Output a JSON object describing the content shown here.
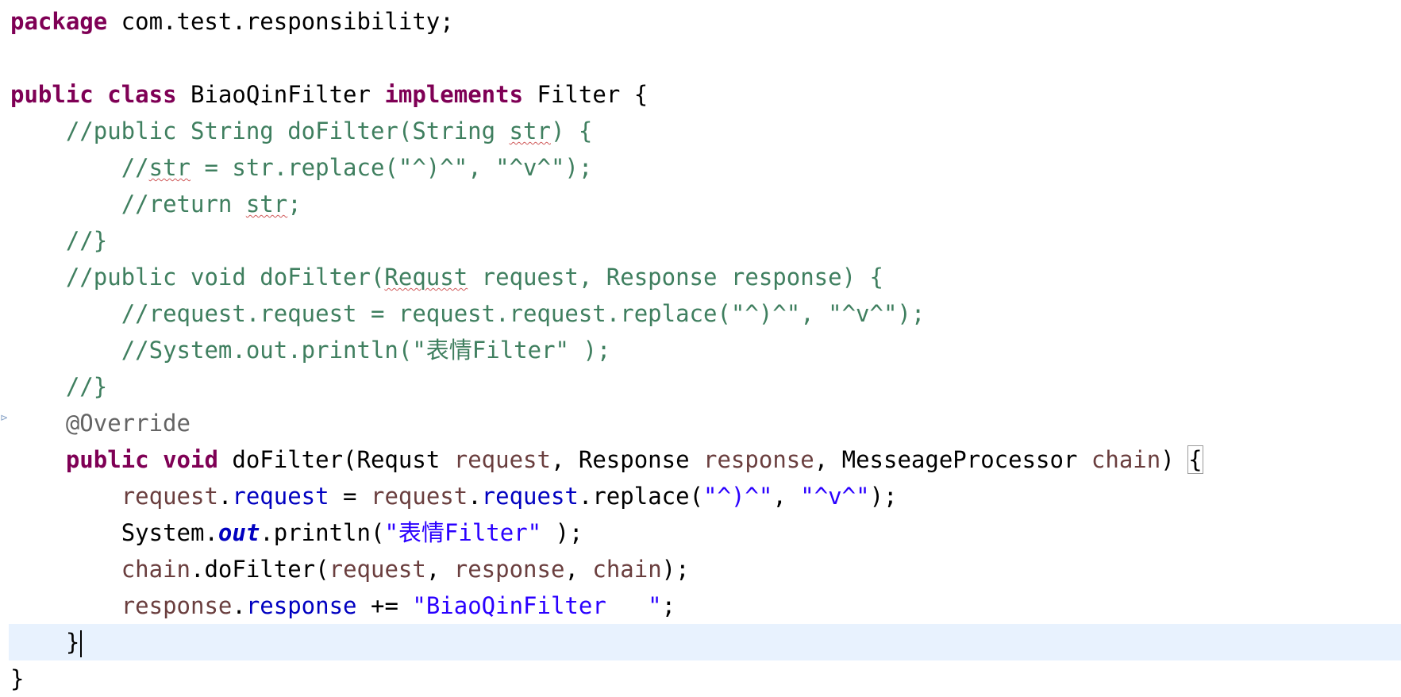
{
  "code": {
    "package_kw": "package",
    "package_name": " com.test.responsibility;",
    "l3": {
      "public": "public",
      "sp1": " ",
      "class": "class",
      "name": " BiaoQinFilter ",
      "implements": "implements",
      "rest": " Filter {"
    },
    "l4": {
      "indent": "    ",
      "a": "//public String doFilter(String ",
      "b": "str",
      "c": ") {"
    },
    "l5": {
      "indent": "        ",
      "a": "//",
      "b": "str",
      "c": " = str.replace(\"^)^\", \"^v^\");"
    },
    "l6": {
      "indent": "        ",
      "a": "//return ",
      "b": "str",
      "c": ";"
    },
    "l7": {
      "indent": "    ",
      "a": "//}"
    },
    "l8": {
      "indent": "    ",
      "a": "//public void doFilter(",
      "b": "Requst",
      "c": " request, Response response) {"
    },
    "l9": {
      "indent": "        ",
      "a": "//request.request = request.request.replace(\"^)^\", \"^v^\");"
    },
    "l10": {
      "indent": "        ",
      "a": "//System.out.println(\"表情Filter\" );"
    },
    "l11": {
      "indent": "    ",
      "a": "//}"
    },
    "l12": {
      "indent": "    ",
      "a": "@Override"
    },
    "l13": {
      "indent": "    ",
      "public": "public",
      "sp1": " ",
      "void": "void",
      "sig1": " doFilter(Requst ",
      "request": "request",
      "sig2": ", Response ",
      "response": "response",
      "sig3": ", MesseageProcessor ",
      "chain": "chain",
      "sig4": ") ",
      "brace": "{"
    },
    "l14": {
      "indent": "        ",
      "v1": "request",
      "d1": ".",
      "f1": "request",
      "eq": " = ",
      "v2": "request",
      "d2": ".",
      "f2": "request",
      "call": ".replace(",
      "s1": "\"^)^\"",
      "comma": ", ",
      "s2": "\"^v^\"",
      "end": ");"
    },
    "l15": {
      "indent": "        ",
      "sys": "System.",
      "out": "out",
      "call": ".println(",
      "s": "\"表情Filter\"",
      "end": " );"
    },
    "l16": {
      "indent": "        ",
      "v1": "chain",
      "call": ".doFilter(",
      "a1": "request",
      "c1": ", ",
      "a2": "response",
      "c2": ", ",
      "a3": "chain",
      "end": ");"
    },
    "l17": {
      "indent": "        ",
      "v1": "response",
      "d": ".",
      "f": "response",
      "op": " += ",
      "s": "\"BiaoQinFilter   \"",
      "end": ";"
    },
    "l18": {
      "indent": "    ",
      "a": "}"
    },
    "l19": {
      "a": "}"
    }
  },
  "colors": {
    "keyword": "#7f0055",
    "comment": "#3f7f5f",
    "string": "#2a00ff",
    "local_var": "#6a3e3e",
    "field": "#0000c0",
    "annotation": "#646464",
    "current_line": "#e8f2fe"
  },
  "icons": {
    "override_marker": "override-arrow-icon"
  }
}
